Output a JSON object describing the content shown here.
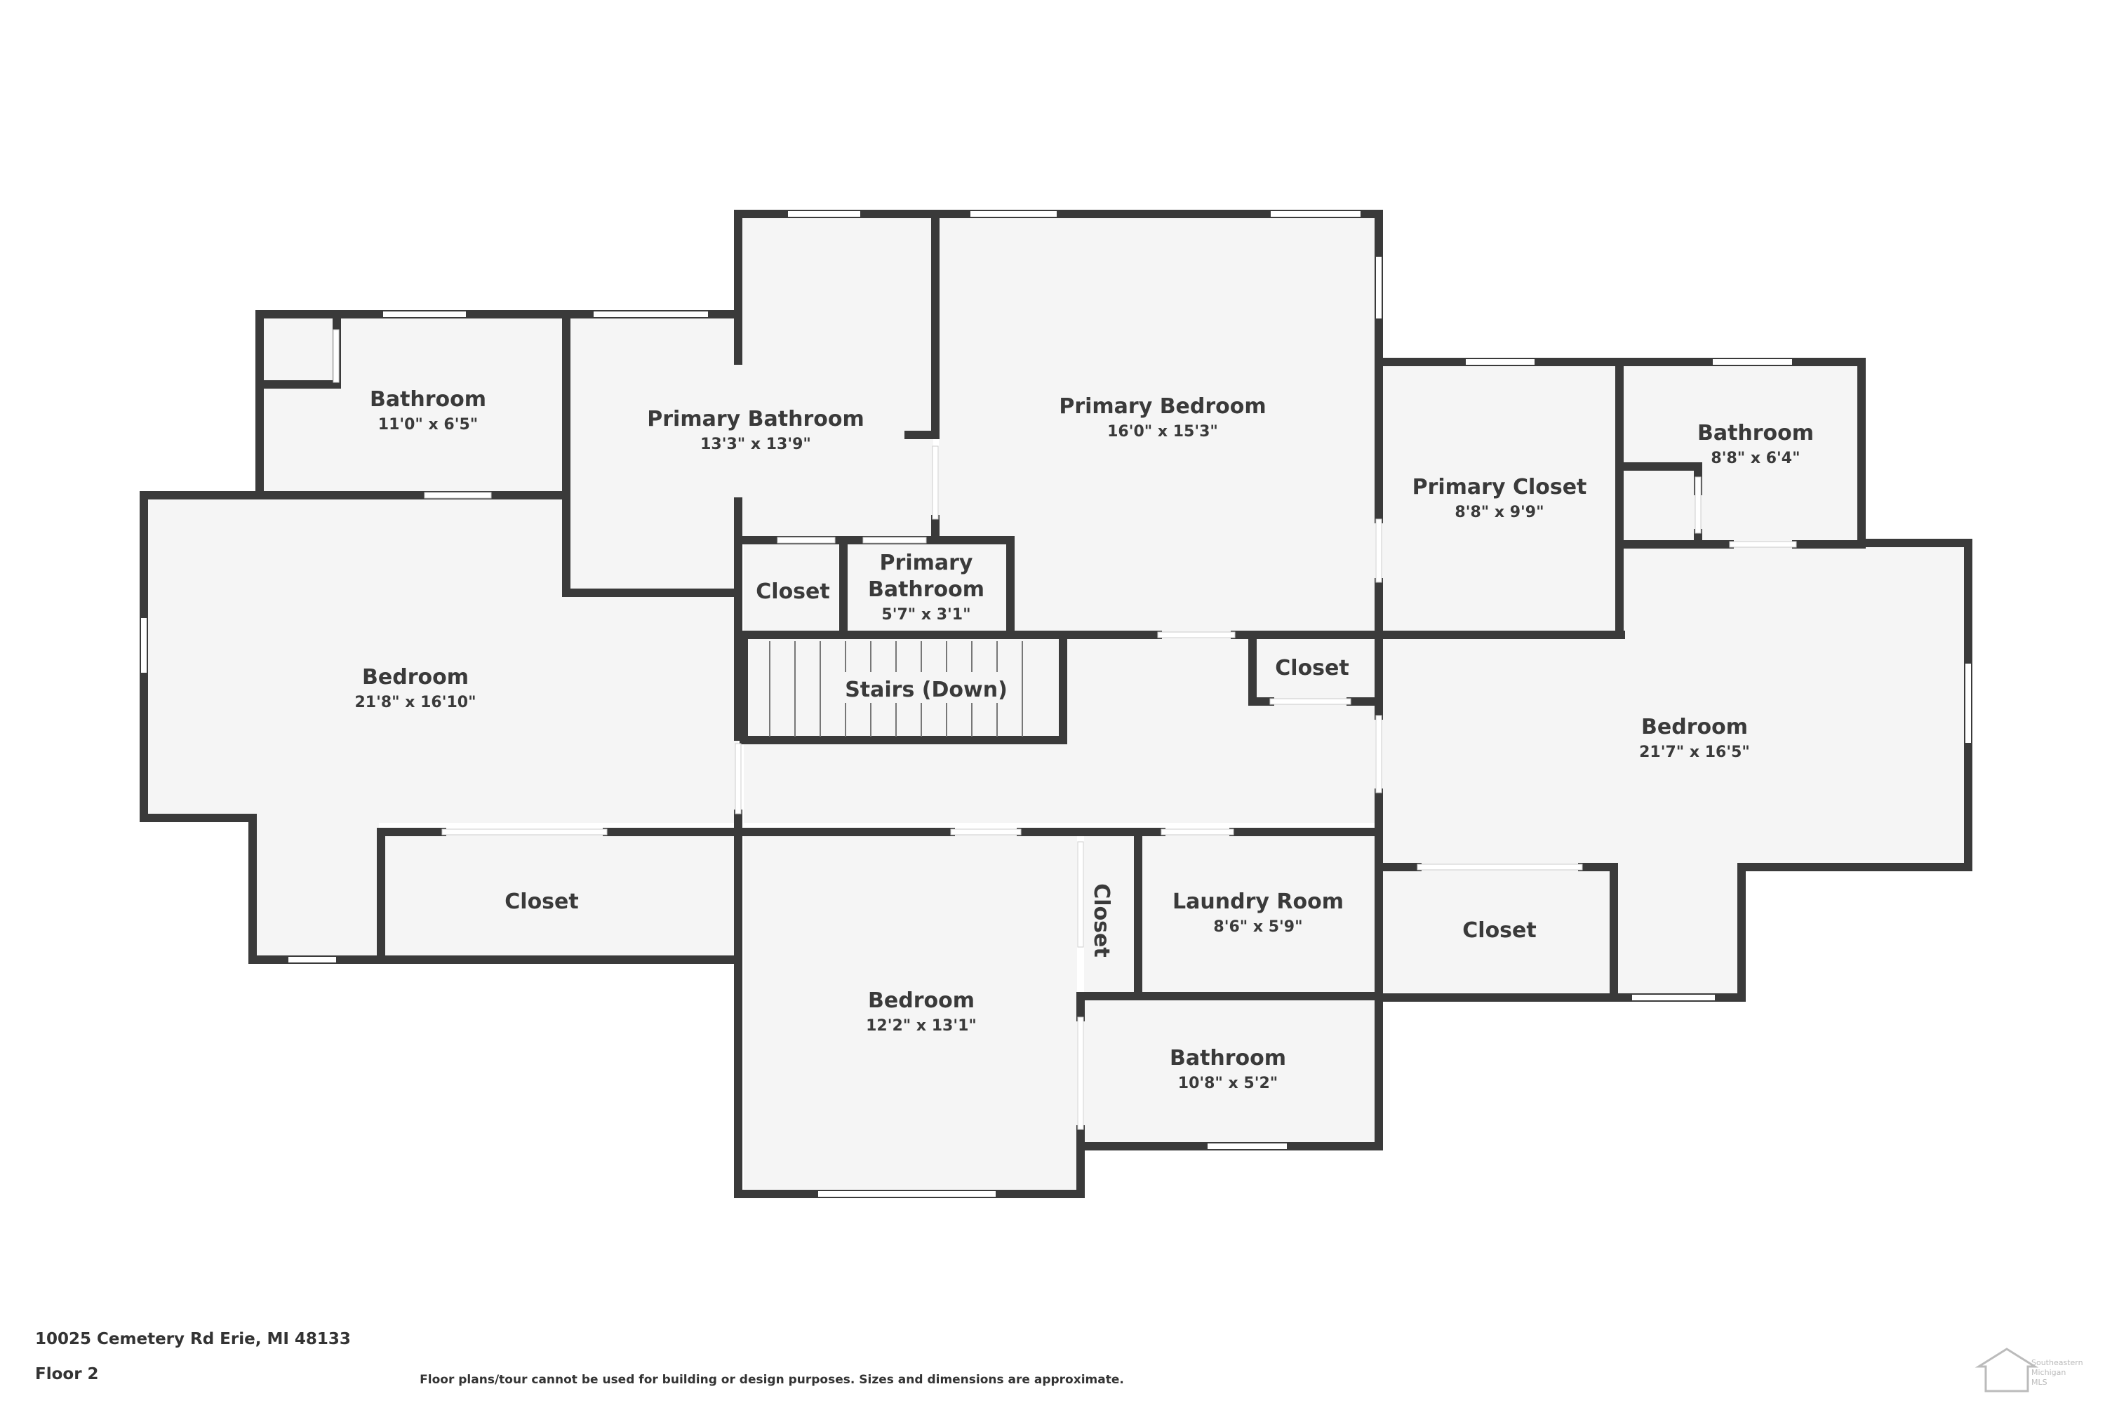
{
  "footer": {
    "address": "10025 Cemetery Rd Erie, MI 48133",
    "floor": "Floor 2",
    "disclaimer": "Floor plans/tour cannot be used for building or design purposes. Sizes and dimensions are approximate."
  },
  "logo": {
    "line1": "Southeastern",
    "line2": "Michigan",
    "line3": "MLS"
  },
  "colors": {
    "wall": "#3a3a3a",
    "floor": "#f5f5f5",
    "text": "#3a3a3a"
  },
  "rooms": [
    {
      "name": "Bathroom",
      "dims": "11'0\" x 6'5\""
    },
    {
      "name": "Primary Bathroom",
      "dims": "13'3\" x 13'9\""
    },
    {
      "name": "Primary Bedroom",
      "dims": "16'0\" x 15'3\""
    },
    {
      "name": "Primary Closet",
      "dims": "8'8\" x 9'9\""
    },
    {
      "name": "Bathroom",
      "dims": "8'8\" x 6'4\""
    },
    {
      "name": "Bedroom",
      "dims": "21'8\" x 16'10\""
    },
    {
      "name": "Closet",
      "dims": ""
    },
    {
      "name": "Primary",
      "name2": "Bathroom",
      "dims": "5'7\" x 3'1\""
    },
    {
      "name": "Stairs (Down)",
      "dims": ""
    },
    {
      "name": "Closet",
      "dims": ""
    },
    {
      "name": "Bedroom",
      "dims": "21'7\" x 16'5\""
    },
    {
      "name": "Closet",
      "dims": ""
    },
    {
      "name": "Bedroom",
      "dims": "12'2\" x 13'1\""
    },
    {
      "name": "Closet",
      "dims": ""
    },
    {
      "name": "Laundry Room",
      "dims": "8'6\" x 5'9\""
    },
    {
      "name": "Closet",
      "dims": ""
    },
    {
      "name": "Bathroom",
      "dims": "10'8\" x 5'2\""
    }
  ]
}
